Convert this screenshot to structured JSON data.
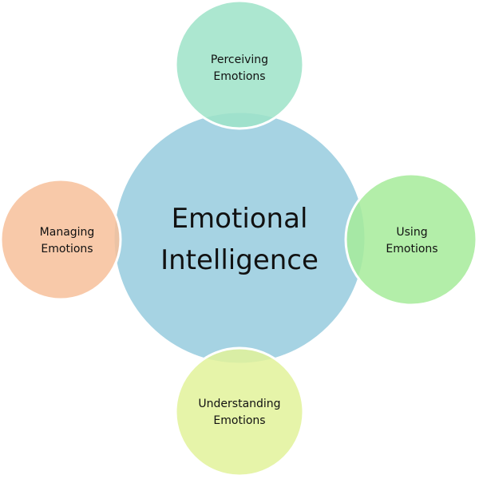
{
  "center": {
    "line1": "Emotional",
    "line2": "Intelligence",
    "color": "#a6d3e3"
  },
  "nodes": [
    {
      "id": "perceiving",
      "line1": "Perceiving",
      "line2": "Emotions",
      "color": "#9ee3c8"
    },
    {
      "id": "using",
      "line1": "Using",
      "line2": "Emotions",
      "color": "#a6eb9a"
    },
    {
      "id": "understanding",
      "line1": "Understanding",
      "line2": "Emotions",
      "color": "#e2f29a"
    },
    {
      "id": "managing",
      "line1": "Managing",
      "line2": "Emotions",
      "color": "#f7c09a"
    }
  ]
}
